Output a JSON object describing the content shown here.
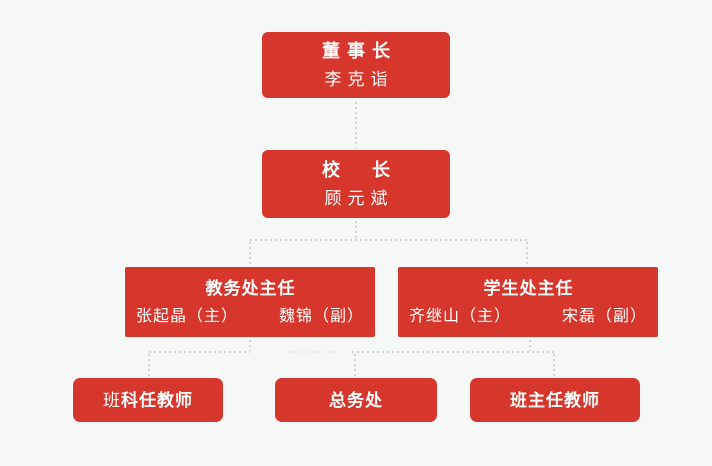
{
  "page": {
    "background_color": "#f6f7f7",
    "node_color": "#d6362c",
    "node_text_color": "#ffffff",
    "connector_color": "#d2d2d2"
  },
  "org_chart": {
    "nodes": {
      "chairman": {
        "title": "董事长",
        "name": "李克诣"
      },
      "principal": {
        "title": "校　长",
        "name": "顾元斌"
      },
      "academic_office": {
        "title": "教务处主任",
        "primary": "张起晶（主）",
        "deputy": "魏锦（副）"
      },
      "student_office": {
        "title": "学生处主任",
        "primary": "齐继山（主）",
        "deputy": "宋磊（副）"
      },
      "subject_teachers": {
        "prefix": "班",
        "label": "科任教师"
      },
      "general_affairs": {
        "label": "总务处"
      },
      "head_teachers": {
        "label": "班主任教师"
      }
    }
  }
}
